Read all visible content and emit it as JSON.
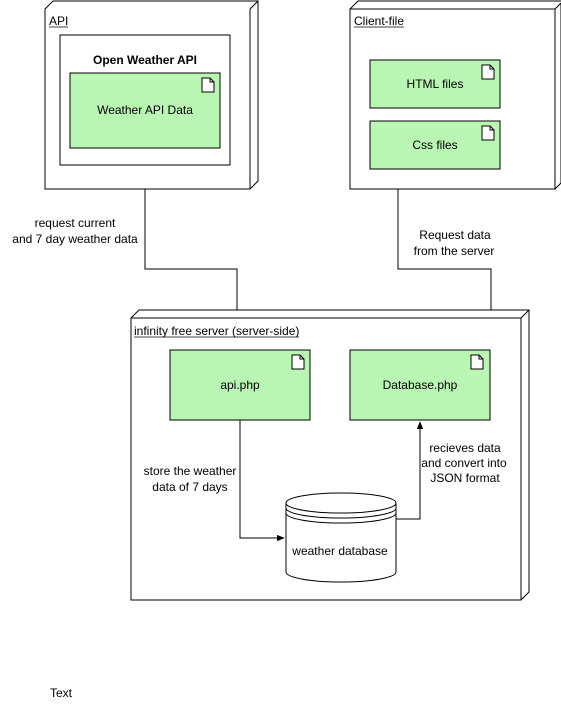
{
  "nodes": {
    "api": {
      "label": "API"
    },
    "open_weather": {
      "title": "Open Weather API",
      "data_label": "Weather API Data"
    },
    "client": {
      "label": "Client-file",
      "html_label": "HTML files",
      "css_label": "Css files"
    },
    "server": {
      "label": "infinity free server (server-side)",
      "api_php": "api.php",
      "database_php": "Database.php",
      "database": "weather database"
    }
  },
  "edges": {
    "api_to_server": [
      "request current",
      "and 7 day weather data"
    ],
    "client_to_server": [
      "Request data",
      "from the server"
    ],
    "api_php_to_db": [
      "store the weather",
      "data of 7 days"
    ],
    "db_to_database_php": [
      "recieves data",
      "and convert into",
      "JSON format"
    ]
  },
  "footer_text": "Text",
  "colors": {
    "component_fill": "#b9f6b4",
    "stroke": "#000000",
    "background": "#ffffff"
  }
}
